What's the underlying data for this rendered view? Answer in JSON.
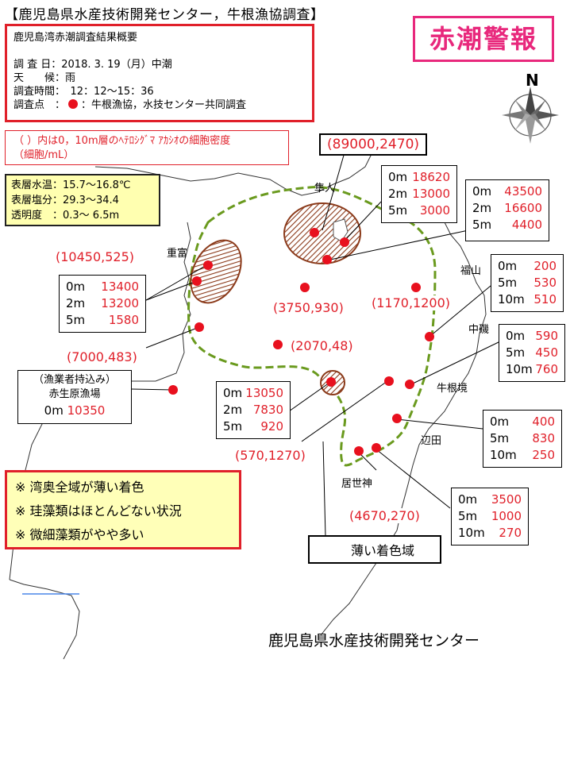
{
  "title": "【鹿児島県水産技術開発センター，牛根漁協調査】",
  "warning": "赤潮警報",
  "summary": {
    "heading": "鹿児島湾赤潮調査結果概要",
    "date_label": "調 査 日：2018. 3. 19（月）中潮",
    "weather_label": "天　　候：雨",
    "time_label": "調査時間：　12：12～15：36",
    "points_label": "調査点　：",
    "points_value": "：牛根漁協，水技センター共同調査"
  },
  "note": {
    "line1": "（ ）内は0，10m層のﾍﾃﾛｼｸﾞﾏ ｱｶｼｵの細胞密度",
    "line2": "（細胞/mL）"
  },
  "environment": {
    "temp": "表層水温：15.7～16.8℃",
    "salinity": "表層塩分：29.3～34.4",
    "transparency": "透明度　：0.3～ 6.5m"
  },
  "places": {
    "hayato": "隼人",
    "shigetomi": "重富",
    "fukuyama": "福山",
    "nakaiso": "中磯",
    "ushinesakai": "牛根境",
    "hetta": "辺田",
    "koseshin": "居世神"
  },
  "pairs": {
    "hayato_pair": "(89000,2470)",
    "shigetomi_pair": "(10450,525)",
    "center_pair": "(3750,930)",
    "east_pair": "(1170,1200)",
    "west_pair": "(7000,483)",
    "mid_pair": "(2070,48)",
    "south_pair": "(570,1270)",
    "koseshin_pair": "(4670,270)"
  },
  "boxes": {
    "hayato_box": [
      {
        "depth": "0m",
        "value": "18620"
      },
      {
        "depth": "2m",
        "value": "13000"
      },
      {
        "depth": "5m",
        "value": "3000"
      }
    ],
    "northeast_box": [
      {
        "depth": "0m",
        "value": "43500"
      },
      {
        "depth": "2m",
        "value": "16600"
      },
      {
        "depth": "5m",
        "value": "4400"
      }
    ],
    "shigetomi_box": [
      {
        "depth": "0m",
        "value": "13400"
      },
      {
        "depth": "2m",
        "value": "13200"
      },
      {
        "depth": "5m",
        "value": "1580"
      }
    ],
    "fukuyama_box": [
      {
        "depth": "0m",
        "value": "200"
      },
      {
        "depth": "5m",
        "value": "530"
      },
      {
        "depth": "10m",
        "value": "510"
      }
    ],
    "nakaiso_box": [
      {
        "depth": "0m",
        "value": "590"
      },
      {
        "depth": "5m",
        "value": "450"
      },
      {
        "depth": "10m",
        "value": "760"
      }
    ],
    "center_box": [
      {
        "depth": "0m",
        "value": "13050"
      },
      {
        "depth": "2m",
        "value": "7830"
      },
      {
        "depth": "5m",
        "value": "920"
      }
    ],
    "hetta_box": [
      {
        "depth": "0m",
        "value": "400"
      },
      {
        "depth": "5m",
        "value": "830"
      },
      {
        "depth": "10m",
        "value": "250"
      }
    ],
    "koseshin_box": [
      {
        "depth": "0m",
        "value": "3500"
      },
      {
        "depth": "5m",
        "value": "1000"
      },
      {
        "depth": "10m",
        "value": "270"
      }
    ]
  },
  "fisher": {
    "line1": "（漁業者持込み）",
    "line2": "赤生原漁場",
    "depth": "0m",
    "value": "10350"
  },
  "remarks": [
    "※  湾奥全域が薄い着色",
    "※  珪藻類はほとんどない状況",
    "※  微細藻類がやや多い"
  ],
  "legend_label": "薄い着色域",
  "organization": "鹿児島県水産技術開発センター",
  "compass_label": "N",
  "colors": {
    "red": "#e8101e",
    "pink": "#e8287c",
    "dashed_green": "#6a9a1e",
    "hatch_brown": "#8b3a1a",
    "note_yellow": "#ffffb0"
  }
}
